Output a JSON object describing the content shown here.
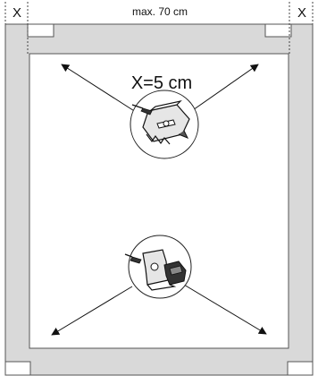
{
  "top": {
    "left_x": "X",
    "dimension": "max. 70 cm",
    "right_x": "X"
  },
  "inner": {
    "offset_label": "X=5 cm"
  },
  "colors": {
    "frame_fill": "#d9d9d9",
    "frame_stroke": "#555555",
    "inner_fill": "#ffffff",
    "arrow": "#111111"
  },
  "icons": [
    "top-bracket-icon",
    "bottom-bracket-icon"
  ]
}
